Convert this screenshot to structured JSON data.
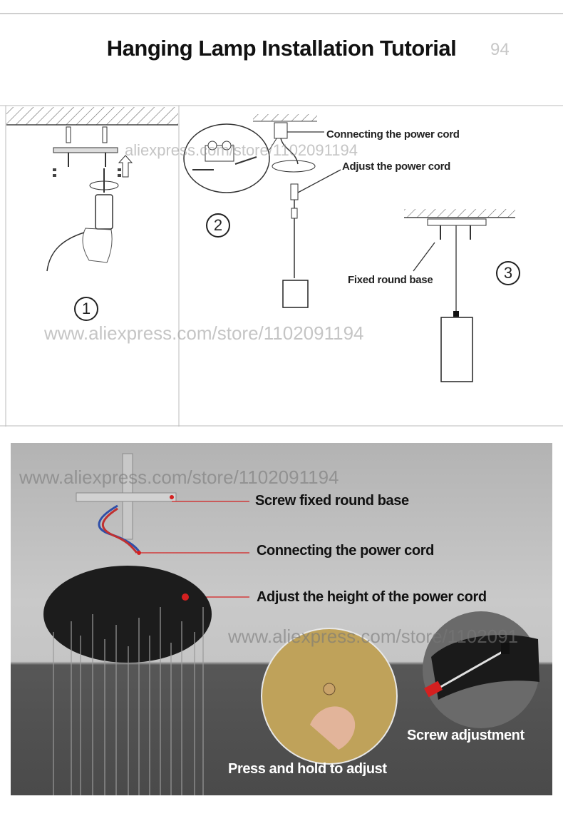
{
  "header": {
    "title": "Hanging Lamp Installation Tutorial",
    "title_watermark": "94"
  },
  "diagram": {
    "watermark": "www.aliexpress.com/store/1102091194",
    "watermark_small": "aliexpress.com/store/1102091194",
    "steps": [
      {
        "number": "1"
      },
      {
        "number": "2",
        "labels": [
          "Connecting the power cord",
          "Adjust the power cord"
        ]
      },
      {
        "number": "3",
        "labels": [
          "Fixed round base"
        ]
      }
    ]
  },
  "photo": {
    "watermark": "www.aliexpress.com/store/1102091194",
    "watermark2": "www.aliexpress.com/store/1102091",
    "callouts": [
      "Screw fixed round base",
      "Connecting the power cord",
      "Adjust the height of the power cord"
    ],
    "insets": [
      "Press and hold to adjust",
      "Screw adjustment"
    ],
    "colors": {
      "callout_line": "#d42020",
      "floor": "#4a4a4a",
      "wall": "#c9c9c9"
    }
  }
}
